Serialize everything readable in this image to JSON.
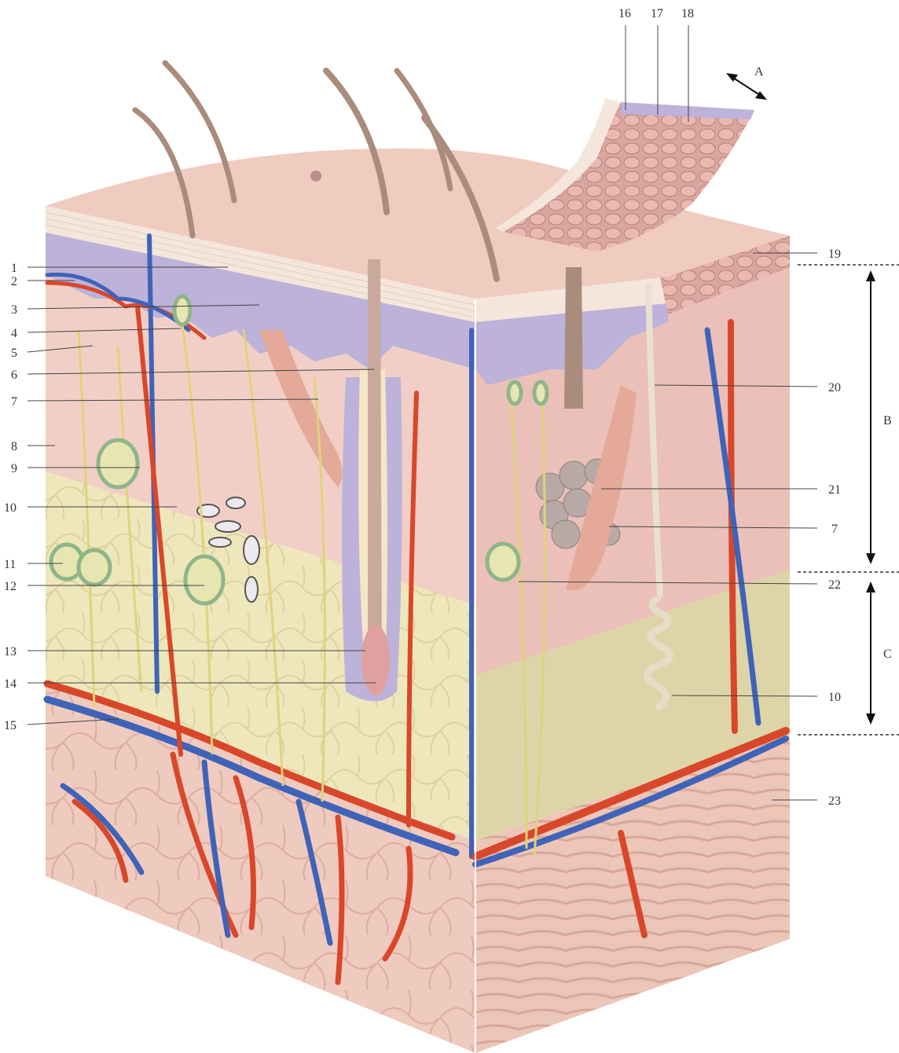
{
  "colors": {
    "artery": "#d9472b",
    "vein": "#3f63b8",
    "nerve": "#e0d37a",
    "epidermis": "#b8aed6",
    "dermis": "#efc8bd",
    "hypodermis": "#efe7bc",
    "muscle": "#e8bfb0",
    "hair": "#a98c7c"
  },
  "labels": {
    "left": [
      "1",
      "2",
      "3",
      "4",
      "5",
      "6",
      "7",
      "8",
      "9",
      "10",
      "11",
      "12",
      "13",
      "14",
      "15"
    ],
    "top": [
      "16",
      "17",
      "18"
    ],
    "right": [
      "19",
      "20",
      "21",
      "7",
      "22",
      "10",
      "23"
    ],
    "letters": [
      "A",
      "B",
      "C"
    ]
  }
}
